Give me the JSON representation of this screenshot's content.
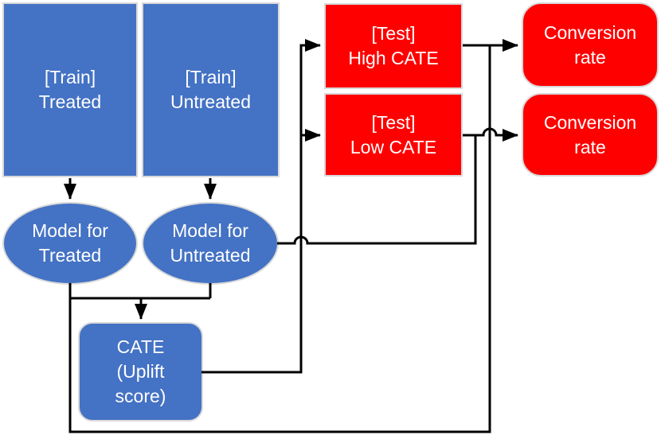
{
  "colors": {
    "shape-blue": "#4472C4",
    "shape-red": "#FF0000",
    "shape-border": "#D9D9D9",
    "connector": "#000000",
    "text-white": "#FFFFFF",
    "background": "#FFFFFF"
  },
  "nodes": {
    "train_treated": {
      "lines": [
        "[Train]",
        "Treated"
      ]
    },
    "train_untreated": {
      "lines": [
        "[Train]",
        "Untreated"
      ]
    },
    "test_high_cate": {
      "lines": [
        "[Test]",
        "High CATE"
      ]
    },
    "test_low_cate": {
      "lines": [
        "[Test]",
        "Low CATE"
      ]
    },
    "conversion_rate_high": {
      "lines": [
        "Conversion",
        "rate"
      ]
    },
    "conversion_rate_low": {
      "lines": [
        "Conversion",
        "rate"
      ]
    },
    "model_treated": {
      "lines": [
        "Model for",
        "Treated"
      ]
    },
    "model_untreated": {
      "lines": [
        "Model for",
        "Untreated"
      ]
    },
    "cate_uplift": {
      "lines": [
        "CATE",
        "(Uplift",
        "score)"
      ]
    }
  }
}
